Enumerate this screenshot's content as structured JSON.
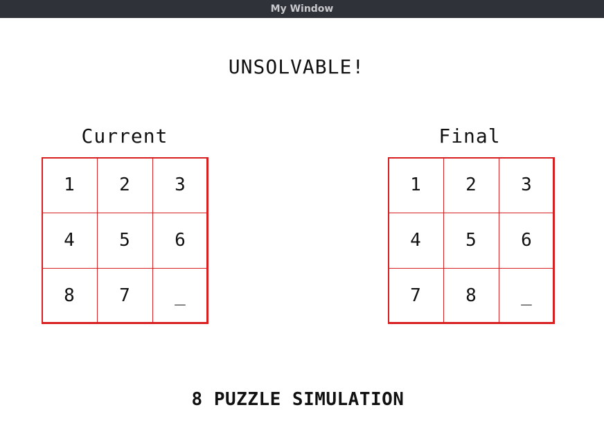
{
  "window": {
    "title": "My Window"
  },
  "status_text": "UNSOLVABLE!",
  "boards": {
    "current": {
      "label": "Current",
      "cells": [
        "1",
        "2",
        "3",
        "4",
        "5",
        "6",
        "8",
        "7",
        "_"
      ]
    },
    "final": {
      "label": "Final",
      "cells": [
        "1",
        "2",
        "3",
        "4",
        "5",
        "6",
        "7",
        "8",
        "_"
      ]
    }
  },
  "footer_text": "8 PUZZLE SIMULATION",
  "colors": {
    "grid_line": "#d81e1e",
    "text": "#111111",
    "titlebar_bg": "#2f3239"
  }
}
